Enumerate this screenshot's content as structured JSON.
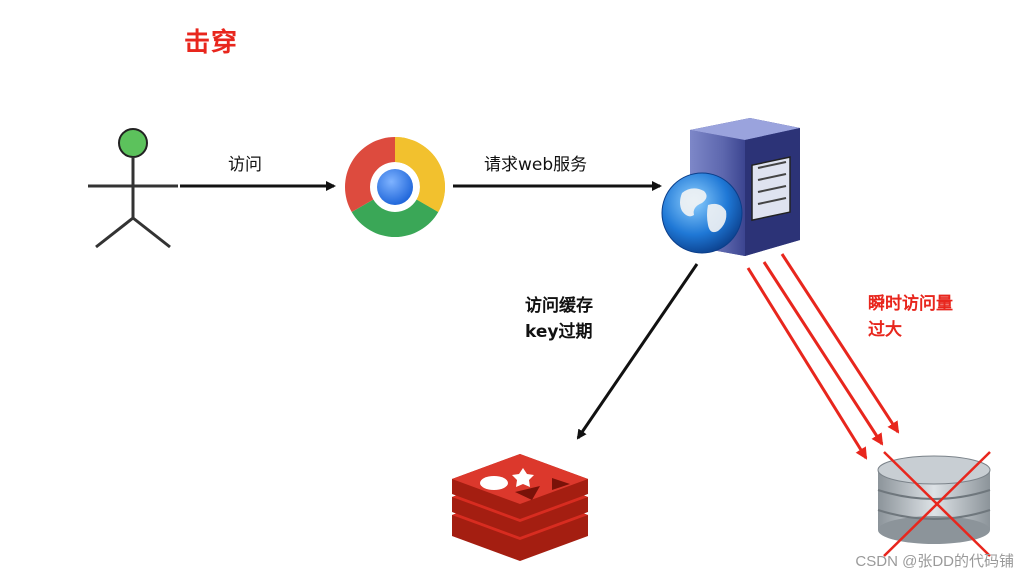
{
  "title": "击穿",
  "labels": {
    "visit": "访问",
    "request_web": "请求web服务",
    "cache_line1": "访问缓存",
    "cache_line2": "key过期",
    "burst_line1": "瞬时访问量",
    "burst_line2": "过大"
  },
  "nodes": [
    {
      "id": "user",
      "icon": "stick-figure-user-icon"
    },
    {
      "id": "browser",
      "icon": "chrome-browser-icon"
    },
    {
      "id": "web-server",
      "icon": "server-globe-icon"
    },
    {
      "id": "cache",
      "icon": "redis-icon"
    },
    {
      "id": "database",
      "icon": "database-crossed-icon"
    }
  ],
  "watermark": "CSDN @张DD的代码铺",
  "colors": {
    "title": "#e8261d",
    "burst_arrows": "#e8261d",
    "arrows": "#111111",
    "user_head": "#5cc25c"
  }
}
